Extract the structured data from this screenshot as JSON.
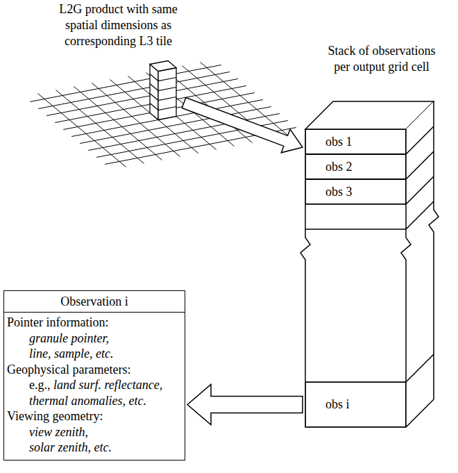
{
  "diagram": {
    "nodes": [
      {
        "text": [
          "obs 1"
        ]
      },
      {
        "text": [
          "obs 2"
        ]
      },
      {
        "text": [
          "obs 3"
        ]
      },
      {
        "text": [
          "obs i"
        ]
      },
      {
        "text": [
          "Observation i",
          "Pointer information:",
          "granule pointer, line, sample, etc.",
          "Geophysical parameters:",
          "e.g.,",
          "land surf. reflectance, thermal anomalies, etc.",
          "Viewing geometry:",
          "view zenith, solar zenith, etc."
        ]
      }
    ],
    "edges": [
      {
        "from": 3,
        "to": 4,
        "arrow": "to"
      }
    ],
    "labels": [
      "L2G product with same spatial dimensions as corresponding L3 tile",
      "Stack of observations per output grid cell"
    ]
  }
}
